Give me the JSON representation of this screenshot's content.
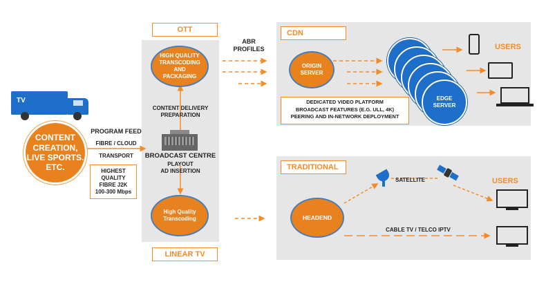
{
  "ott": {
    "tag": "OTT",
    "transcoding_packaging": "HIGH QUALITY\nTRANSCODING\nAND\nPACKAGING",
    "abr_profiles": "ABR\nPROFILES"
  },
  "center": {
    "content_delivery": "CONTENT DELIVERY\nPREPARATION",
    "broadcast_centre": "BROADCAST CENTRE",
    "playout": "PLAYOUT\nAD INSERTION"
  },
  "linear": {
    "tag": "LINEAR TV",
    "transcoding": "High Quality\nTranscoding"
  },
  "source": {
    "truck_label": "TV",
    "content": "CONTENT\nCREATION,\nLIVE SPORTS.\nETC.",
    "program_feed": "PROGRAM FEED",
    "fibre_cloud": "FIBRE / CLOUD",
    "transport": "TRANSPORT",
    "quality": "HIGHEST\nQUALITY\nFIBRE J2K\n100-300 Mbps"
  },
  "cdn": {
    "tag": "CDN",
    "origin": "ORIGIN\nSERVER",
    "edge": "EDGE\nSERVER",
    "platform": "DEDICATED VIDEO PLATFORM\nBROADCAST FEATURES (E.G. ULL, 4K)\nPEERING AND IN-NETWORK DEPLOYMENT",
    "users": "USERS"
  },
  "traditional": {
    "tag": "TRADITIONAL",
    "headend": "HEADEND",
    "satellite": "SATELLITE",
    "cable": "CABLE TV / TELCO IPTV",
    "users": "USERS"
  },
  "colors": {
    "orange": "#e8821e",
    "blue": "#1e6fc9",
    "panel": "#e6e6e6"
  }
}
